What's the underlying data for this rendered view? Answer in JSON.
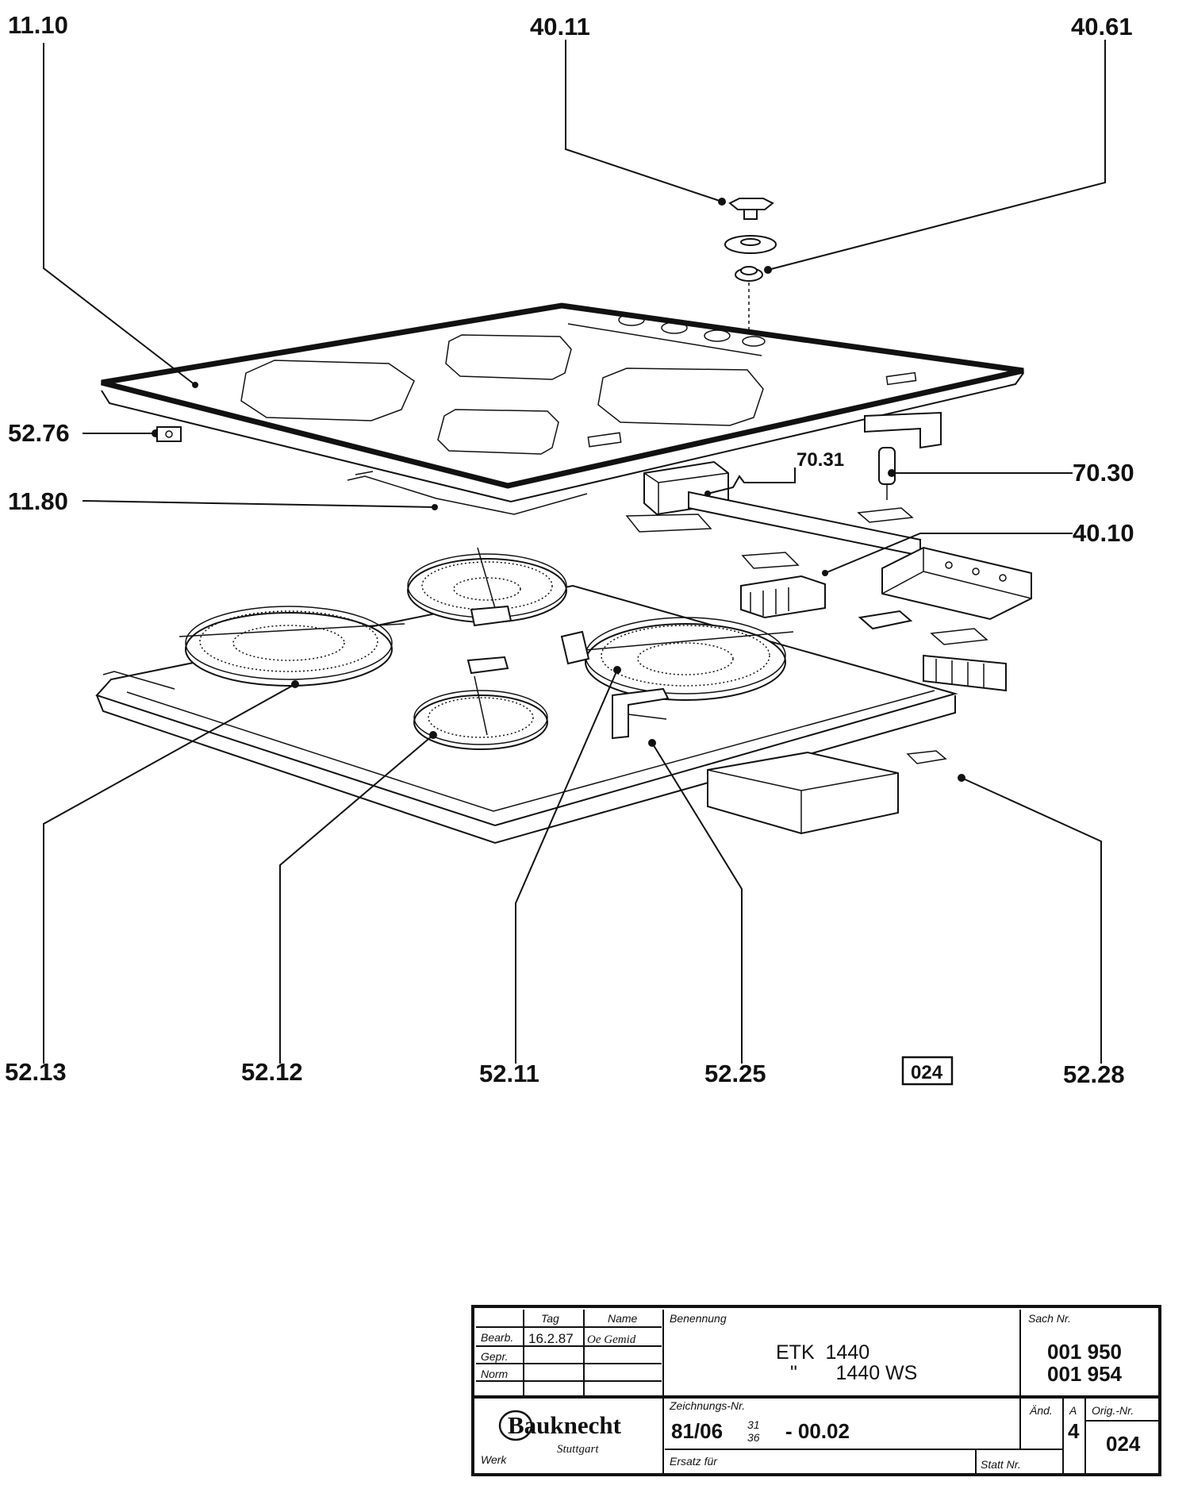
{
  "part_labels": {
    "p1110": "11.10",
    "p4011": "40.11",
    "p4061": "40.61",
    "p5276": "52.76",
    "p1180": "11.80",
    "p7031": "70.31",
    "p7030": "70.30",
    "p4010": "40.10",
    "p5213": "52.13",
    "p5212": "52.12",
    "p5211": "52.11",
    "p5225": "52.25",
    "p5228": "52.28"
  },
  "page_box": "024",
  "title_block": {
    "hdr_tag": "Tag",
    "hdr_name": "Name",
    "hdr_benennung": "Benennung",
    "hdr_sach": "Sach Nr.",
    "row_bearb": "Bearb.",
    "row_gepr": "Gepr.",
    "row_norm": "Norm",
    "bearb_date": "16.2.87",
    "bearb_name": "Oe Gemid",
    "product_line1": "ETK  1440",
    "product_line2": "\"       1440 WS",
    "sach_nr_1": "001 950",
    "sach_nr_2": "001 954",
    "brand": "Bauknecht",
    "city": "Stuttgart",
    "werk": "Werk",
    "hdr_zeichnung": "Zeichnungs-Nr.",
    "drawing_prefix": "81/06",
    "drawing_sup": "31",
    "drawing_sub": "36",
    "drawing_suffix": "- 00.02",
    "hdr_aend": "Änd.",
    "hdr_a": "A",
    "aend_value": "4",
    "hdr_orig": "Orig.-Nr.",
    "orig_value": "024",
    "ersatz_fuer": "Ersatz für",
    "statt_nr": "Statt Nr."
  }
}
